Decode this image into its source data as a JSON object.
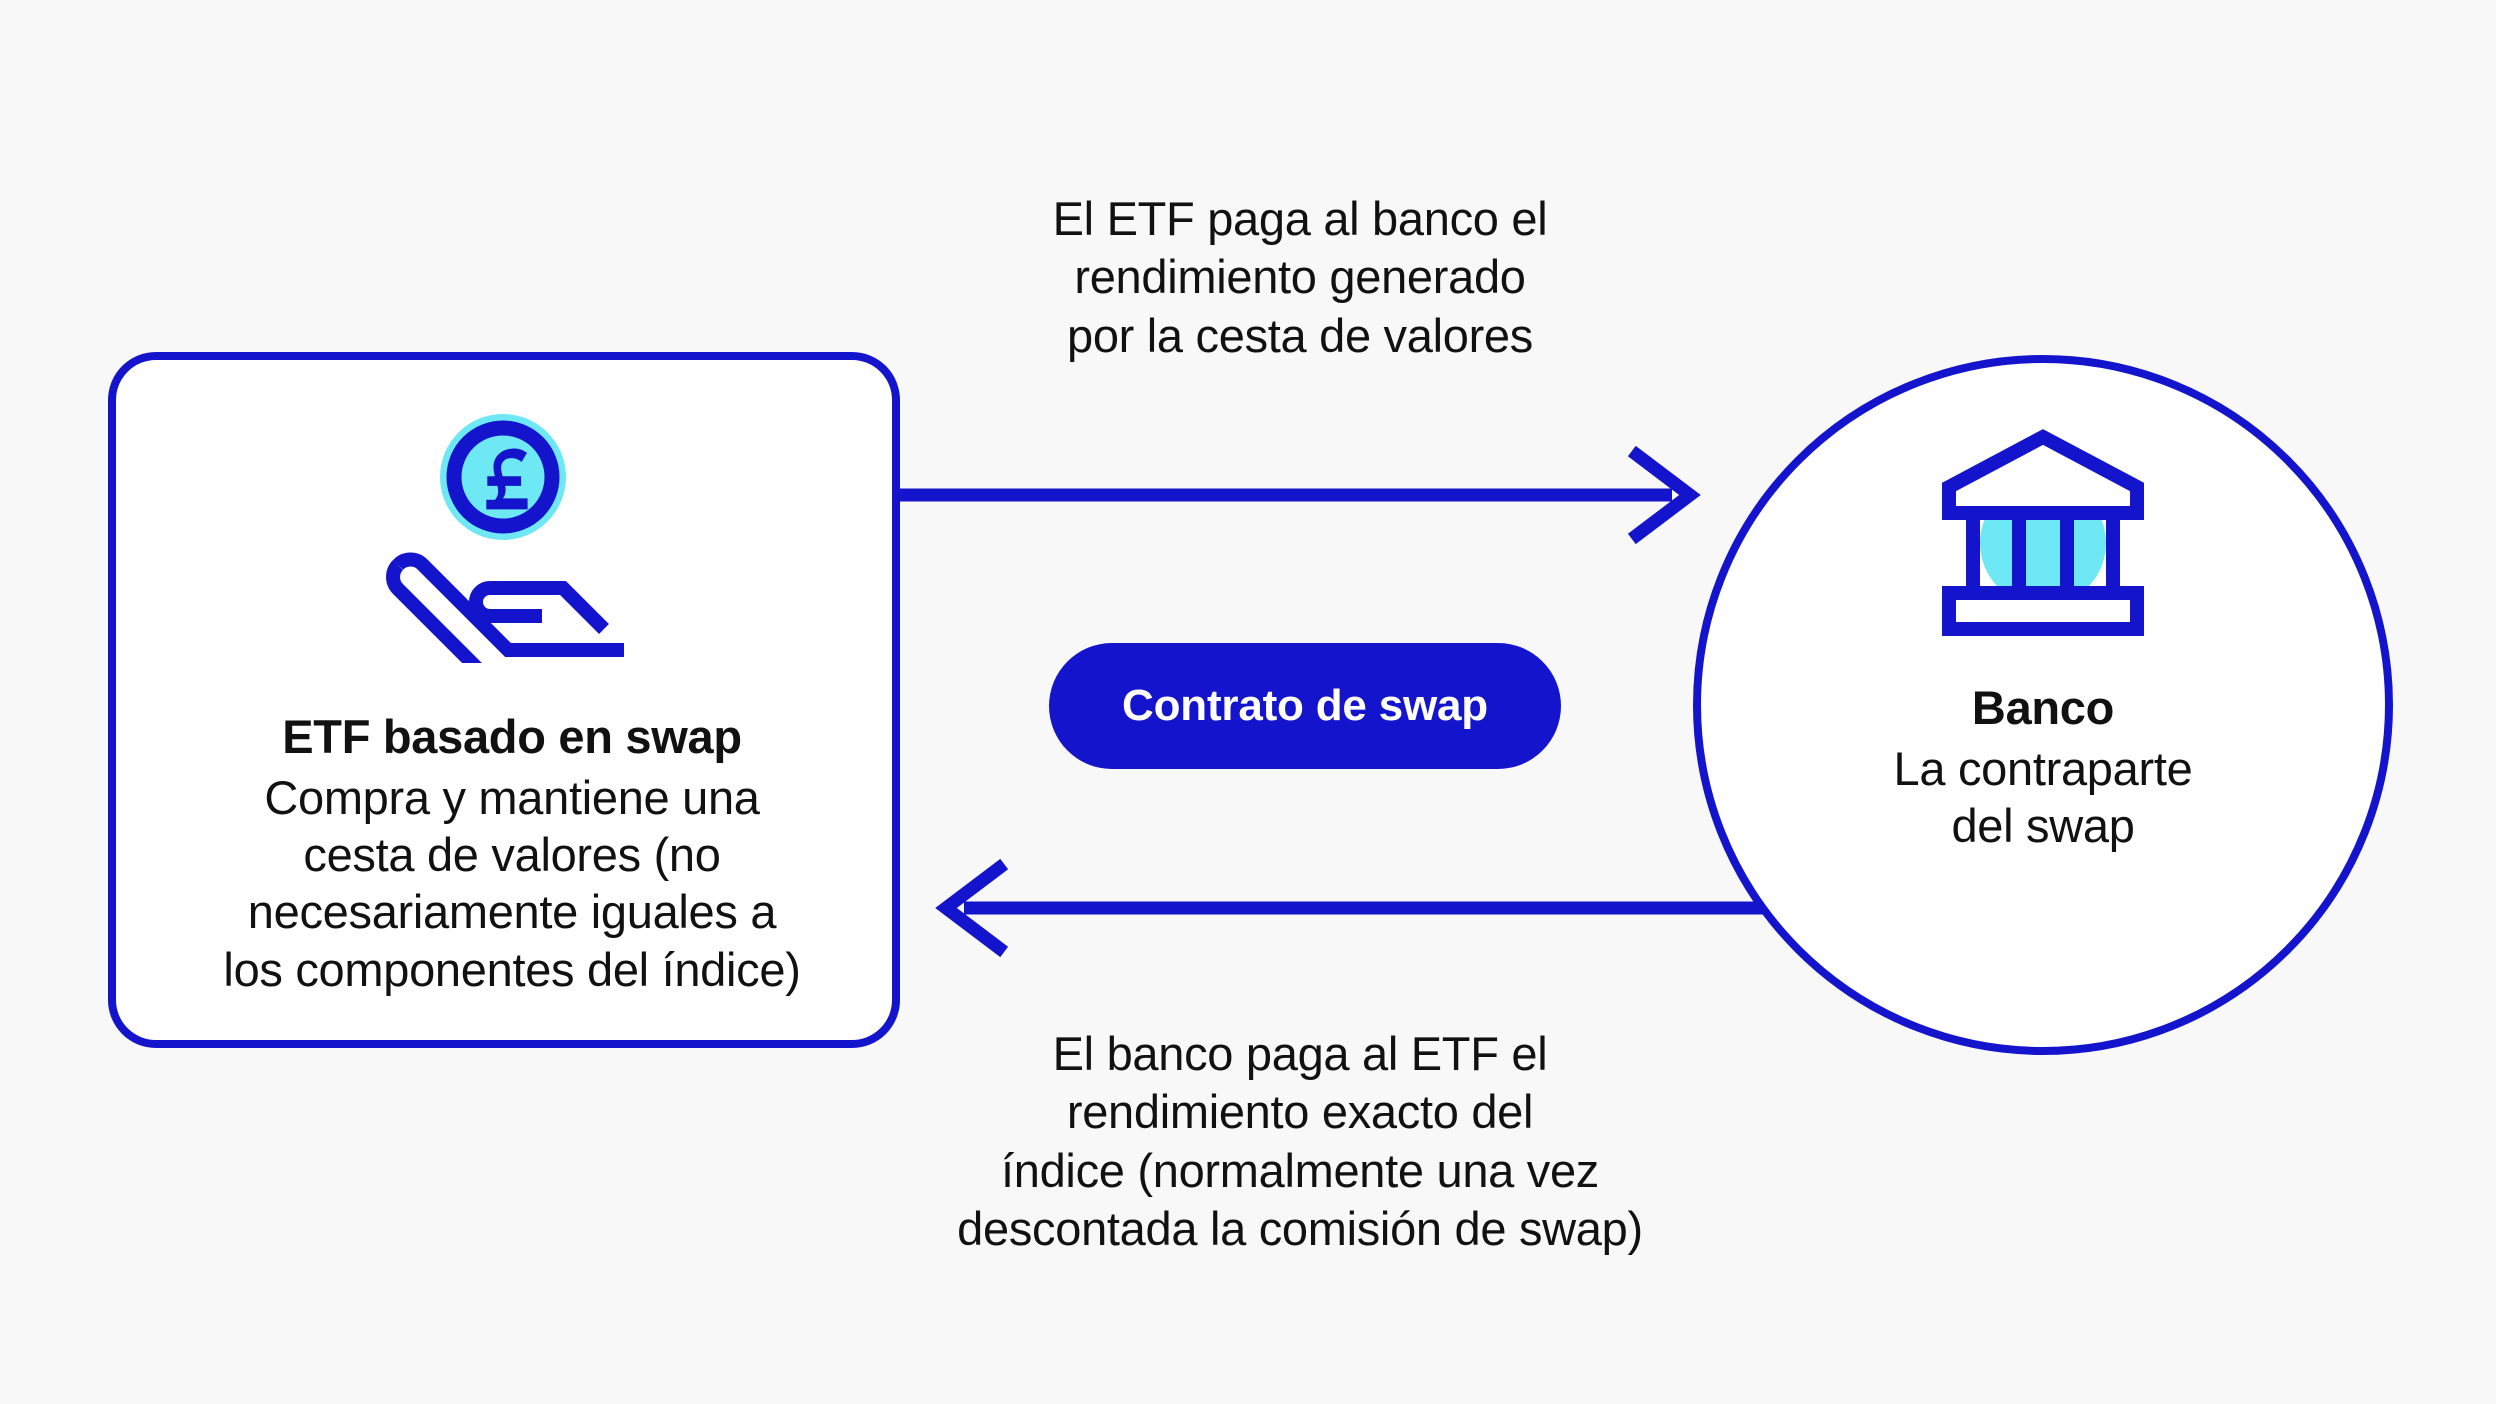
{
  "theme": {
    "background": "#F8F8F8",
    "brand_blue": "#1414CC",
    "accent_cyan": "#6FE8F5",
    "card_fill": "#FFFFFF",
    "text": "#111111",
    "pill_text": "#FFFFFF"
  },
  "etf_node": {
    "icon": "hand-holding-pound-coin-icon",
    "title": "ETF basado en swap",
    "description": "Compra y mantiene una\ncesta de valores (no\nnecesariamente iguales a\nlos componentes del índice)"
  },
  "bank_node": {
    "icon": "bank-building-icon",
    "title": "Banco",
    "description": "La contraparte\ndel swap"
  },
  "center_pill": {
    "label": "Contrato de swap"
  },
  "flows": {
    "top": {
      "direction": "etf-to-bank",
      "label": "El ETF paga al banco el\nrendimiento generado\npor la cesta de valores"
    },
    "bottom": {
      "direction": "bank-to-etf",
      "label": "El banco paga al ETF el\nrendimiento exacto del\níndice (normalmente una vez\ndescontada la comisión de swap)"
    }
  }
}
